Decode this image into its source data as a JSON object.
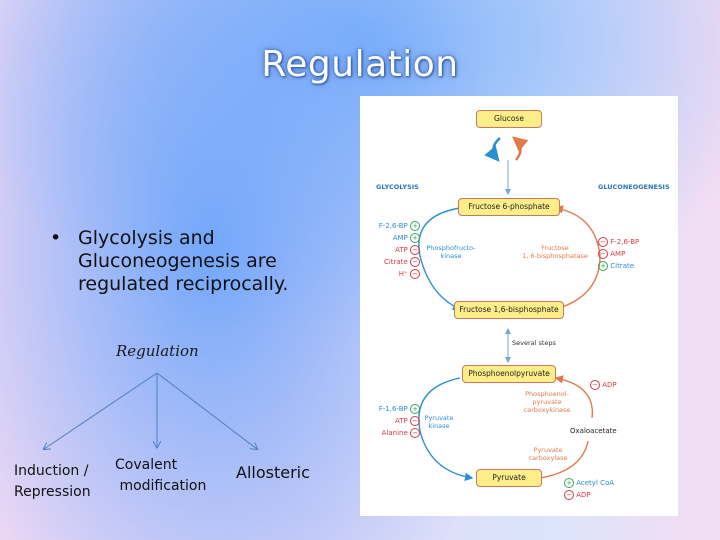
{
  "slide": {
    "title": "Regulation",
    "bullet": "Glycolysis and Gluconeogenesis are regulated reciprocally.",
    "bullet_marker": "•"
  },
  "tree": {
    "root": "Regulation",
    "leaves": [
      "Induction / Repression",
      "Covalent modification",
      "Allosteric"
    ],
    "leaf_lines": {
      "induction": [
        "Induction /",
        "Repression"
      ],
      "covalent": [
        "Covalent",
        " modification"
      ],
      "allosteric": [
        "Allosteric"
      ]
    }
  },
  "pathway": {
    "side_labels": {
      "left": "GLYCOLYSIS",
      "right": "GLUCONEOGENESIS"
    },
    "metabolites": {
      "glucose": "Glucose",
      "f6p": "Fructose 6-phosphate",
      "f16bp": "Fructose 1,6-bisphosphate",
      "pep": "Phosphoenolpyruvate",
      "pyruvate": "Pyruvate",
      "oxaloacetate": "Oxaloacetate"
    },
    "enzymes": {
      "pfk": [
        "Phosphofructo-",
        "kinase"
      ],
      "fbpase": [
        "Fructose",
        "1, 6-bisphosphatase"
      ],
      "pyruvate_kinase": [
        "Pyruvate",
        "kinase"
      ],
      "pepck": [
        "Phosphoenol-",
        "pyruvate",
        "carboxykinase"
      ],
      "pyruvate_carboxylase": [
        "Pyruvate",
        "carboxylase"
      ]
    },
    "several_steps": "Several steps",
    "regulators": {
      "pfk": [
        {
          "name": "F-2,6-BP",
          "sign": "+"
        },
        {
          "name": "AMP",
          "sign": "+"
        },
        {
          "name": "ATP",
          "sign": "−"
        },
        {
          "name": "Citrate",
          "sign": "−"
        },
        {
          "name": "H⁺",
          "sign": "−"
        }
      ],
      "fbpase": [
        {
          "name": "F-2,6-BP",
          "sign": "−"
        },
        {
          "name": "AMP",
          "sign": "−"
        },
        {
          "name": "Citrate",
          "sign": "+"
        }
      ],
      "pyruvate_kinase": [
        {
          "name": "F-1,6-BP",
          "sign": "+"
        },
        {
          "name": "ATP",
          "sign": "−"
        },
        {
          "name": "Alanine",
          "sign": "−"
        }
      ],
      "pepck": [
        {
          "name": "ADP",
          "sign": "−"
        }
      ],
      "pyruvate_carboxylase": [
        {
          "name": "Acetyl CoA",
          "sign": "+"
        },
        {
          "name": "ADP",
          "sign": "−"
        }
      ]
    },
    "colors": {
      "glycolysis": "#2a8fd0",
      "gluconeogenesis": "#e07a4a",
      "activator": "#3aa45a",
      "inhibitor": "#d63a4a",
      "box_fill": "#fdee8a"
    }
  }
}
